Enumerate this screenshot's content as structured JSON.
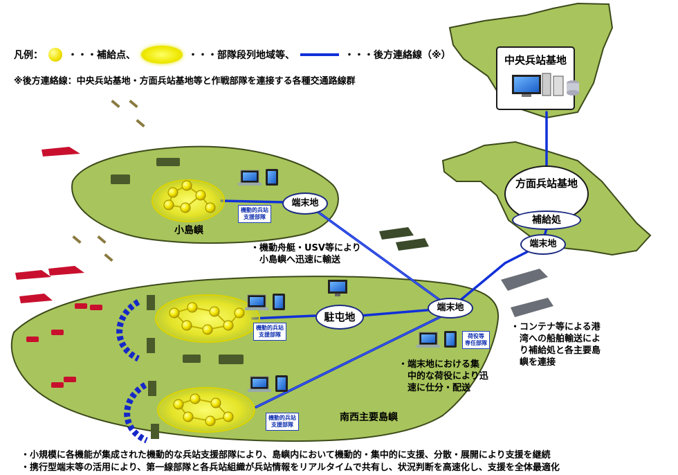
{
  "legend": {
    "prefix": "凡例：",
    "supply_point": "・・・補給点、",
    "unit_area": "・・・部隊段列地域等、",
    "logistics_line": "・・・後方連絡線（※）"
  },
  "note": "※後方連絡線：中央兵站基地・方面兵站基地等と作戦部隊を連接する各種交通路線群",
  "islands": {
    "small": "小島嶼",
    "main": "南西主要島嶼"
  },
  "bases": {
    "central": "中央兵站基地",
    "regional": "方面兵站基地",
    "supply_office": "補給処"
  },
  "nodes": {
    "terminal": "端末地",
    "garrison": "駐屯地"
  },
  "units": {
    "mobile_support": "機動的兵站\n支援部隊",
    "cargo_unit": "荷役等\n専任部隊"
  },
  "annotations": {
    "boat": "・機動舟艇・USV等により\n　小島嶼へ迅速に輸送",
    "container": "・コンテナ等による港\n　湾への船舶輸送によ\n　り補給処と各主要島\n　嶼を連接",
    "terminal_cargo": "・端末地における集\n　中的な荷役により迅\n　速に仕分・配送"
  },
  "bottom_notes": [
    "・小規模に各機能が集成された機動的な兵站支援部隊により、島嶼内において機動的・集中的に支援、分散・展開により支援を継続",
    "・携行型端末等の活用により、第一線部隊と各兵站組織が兵站情報をリアルタイムで共有し、状況判断を高速化し、支援を全体最適化"
  ],
  "colors": {
    "island": "#a8c45c",
    "island_stroke": "#3c4a1a",
    "line": "#1030d8",
    "supply": "#f2e600",
    "arc": "#1528c8"
  }
}
